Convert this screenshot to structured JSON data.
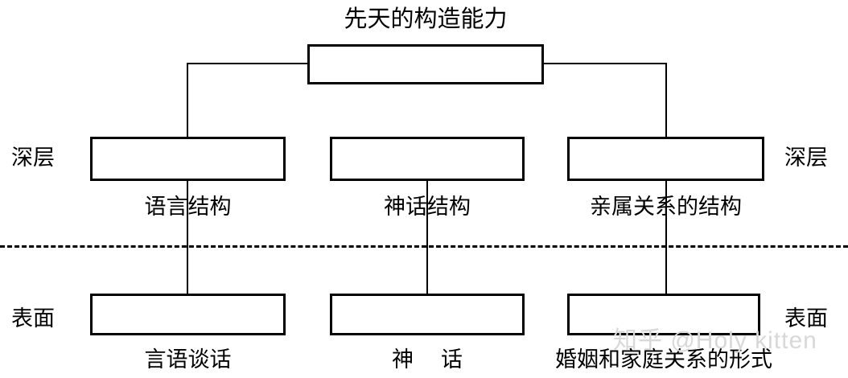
{
  "diagram": {
    "title": "先天的构造能力",
    "root": {
      "id": "innate-structuring-capacity",
      "label": "先天的构造能力"
    },
    "layer_labels": {
      "deep_left": "深层",
      "deep_right": "深层",
      "surface_left": "表面",
      "surface_right": "表面"
    },
    "deep_layer": {
      "name": "深层",
      "nodes": [
        {
          "id": "language-structure",
          "caption": "语言结构"
        },
        {
          "id": "myth-structure",
          "caption": "神话结构"
        },
        {
          "id": "kinship-structure",
          "caption": "亲属关系的结构"
        }
      ]
    },
    "surface_layer": {
      "name": "表面",
      "nodes": [
        {
          "id": "speech-discourse",
          "caption": "言语谈话"
        },
        {
          "id": "myth",
          "caption_part_a": "神",
          "caption_part_b": "话",
          "caption": "神　话"
        },
        {
          "id": "marriage-family-forms",
          "caption": "婚姻和家庭关系的形式"
        }
      ]
    },
    "divider": {
      "style": "dashed",
      "meaning": "deep-surface-boundary"
    },
    "watermark": {
      "text": "知乎 @Holy kitten",
      "color": "#d8d8d8"
    },
    "colors": {
      "stroke": "#000000",
      "background": "#ffffff",
      "watermark": "#d8d8d8"
    }
  }
}
